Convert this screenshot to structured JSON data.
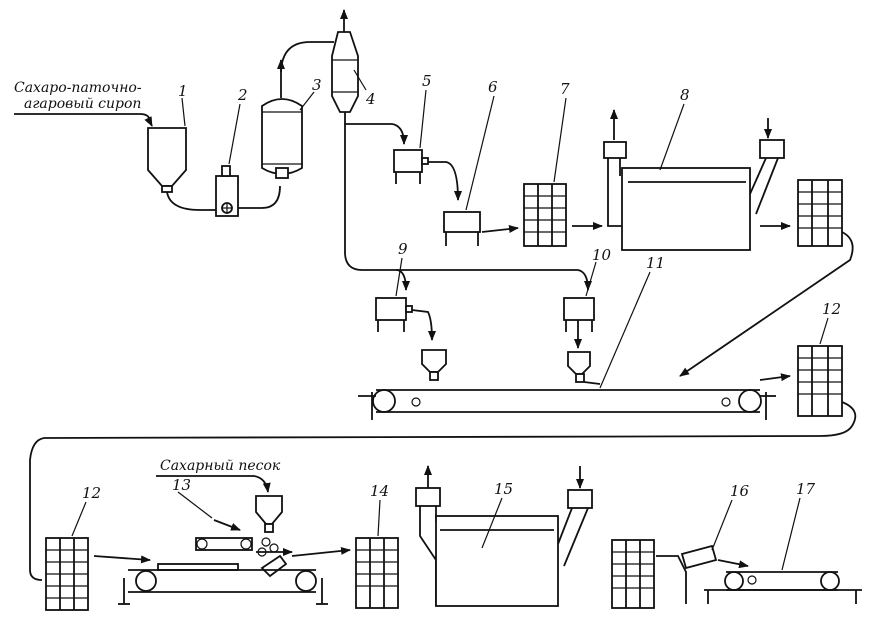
{
  "captions": {
    "syrup_line1": "Сахаро-паточно-",
    "syrup_line2": "агаровый сироп",
    "sugar": "Сахарный песок"
  },
  "labels": {
    "n1": "1",
    "n2": "2",
    "n3": "3",
    "n4": "4",
    "n5": "5",
    "n6": "6",
    "n7": "7",
    "n8": "8",
    "n9": "9",
    "n10": "10",
    "n11": "11",
    "n12a": "12",
    "n12b": "12",
    "n13": "13",
    "n14": "14",
    "n15": "15",
    "n16": "16",
    "n17": "17"
  }
}
